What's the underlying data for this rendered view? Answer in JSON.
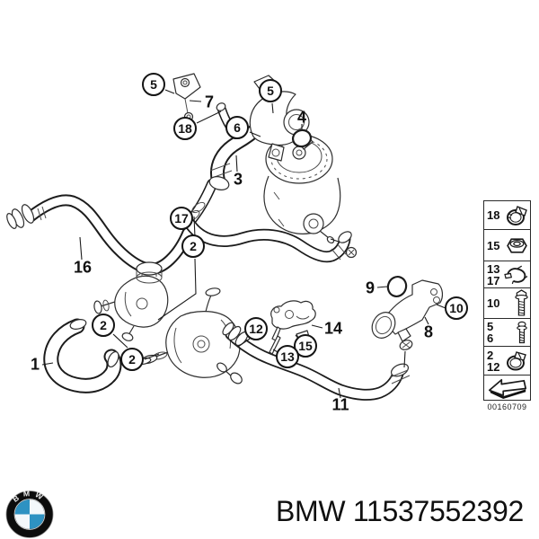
{
  "diagram": {
    "callouts": {
      "c5a": "5",
      "c5b": "5",
      "c18": "18",
      "c6": "6",
      "c17": "17",
      "c2a": "2",
      "c2b": "2",
      "c2c": "2",
      "c12": "12",
      "c15": "15",
      "c13": "13",
      "c10": "10"
    },
    "labels": {
      "l7": "7",
      "l4": "4",
      "l3": "3",
      "l16": "16",
      "l1": "1",
      "l9": "9",
      "l8": "8",
      "l14": "14",
      "l11": "11"
    }
  },
  "legend": {
    "rows": [
      {
        "numbers": [
          "18"
        ],
        "icon": "hose-clamp"
      },
      {
        "numbers": [
          "15"
        ],
        "icon": "hex-nut"
      },
      {
        "numbers": [
          "13",
          "17"
        ],
        "icon": "spring-clip"
      },
      {
        "numbers": [
          "10"
        ],
        "icon": "flange-bolt"
      },
      {
        "numbers": [
          "5",
          "6"
        ],
        "icon": "stud-bolt"
      },
      {
        "numbers": [
          "2",
          "12"
        ],
        "icon": "hose-clamp"
      },
      {
        "numbers": [],
        "icon": "direction-arrow"
      }
    ],
    "code": "00160709"
  },
  "footer": {
    "logo_text": "BMW",
    "brand": "BMW",
    "part_number": "11537552392"
  },
  "colors": {
    "line": "#1c1c1c",
    "bmw_blue": "#2e92c2",
    "background": "#ffffff"
  }
}
